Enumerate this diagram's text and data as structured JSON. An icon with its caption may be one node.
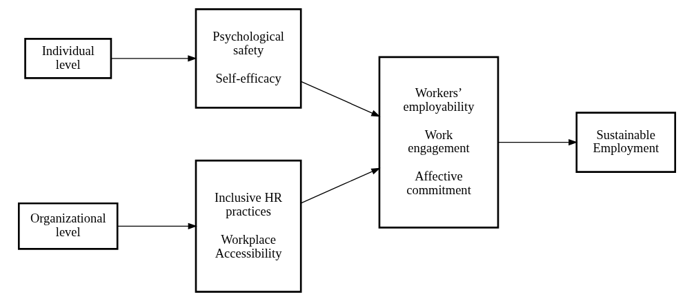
{
  "diagram": {
    "nodes": [
      {
        "text": [
          "Individual level"
        ]
      },
      {
        "text": [
          "Psychological safety",
          "Self-efficacy"
        ]
      },
      {
        "text": [
          "Organizational level"
        ]
      },
      {
        "text": [
          "Inclusive HR practices",
          "Workplace Accessibility"
        ]
      },
      {
        "text": [
          "Workers’ employability",
          "Work engagement",
          "Affective commitment"
        ]
      },
      {
        "text": [
          "Sustainable Employment"
        ]
      }
    ],
    "edges": [
      {
        "from": 0,
        "to": 1,
        "arrow": "to"
      },
      {
        "from": 1,
        "to": 4,
        "arrow": "to"
      },
      {
        "from": 2,
        "to": 3,
        "arrow": "to"
      },
      {
        "from": 3,
        "to": 4,
        "arrow": "to"
      },
      {
        "from": 4,
        "to": 5,
        "arrow": "to"
      }
    ]
  }
}
